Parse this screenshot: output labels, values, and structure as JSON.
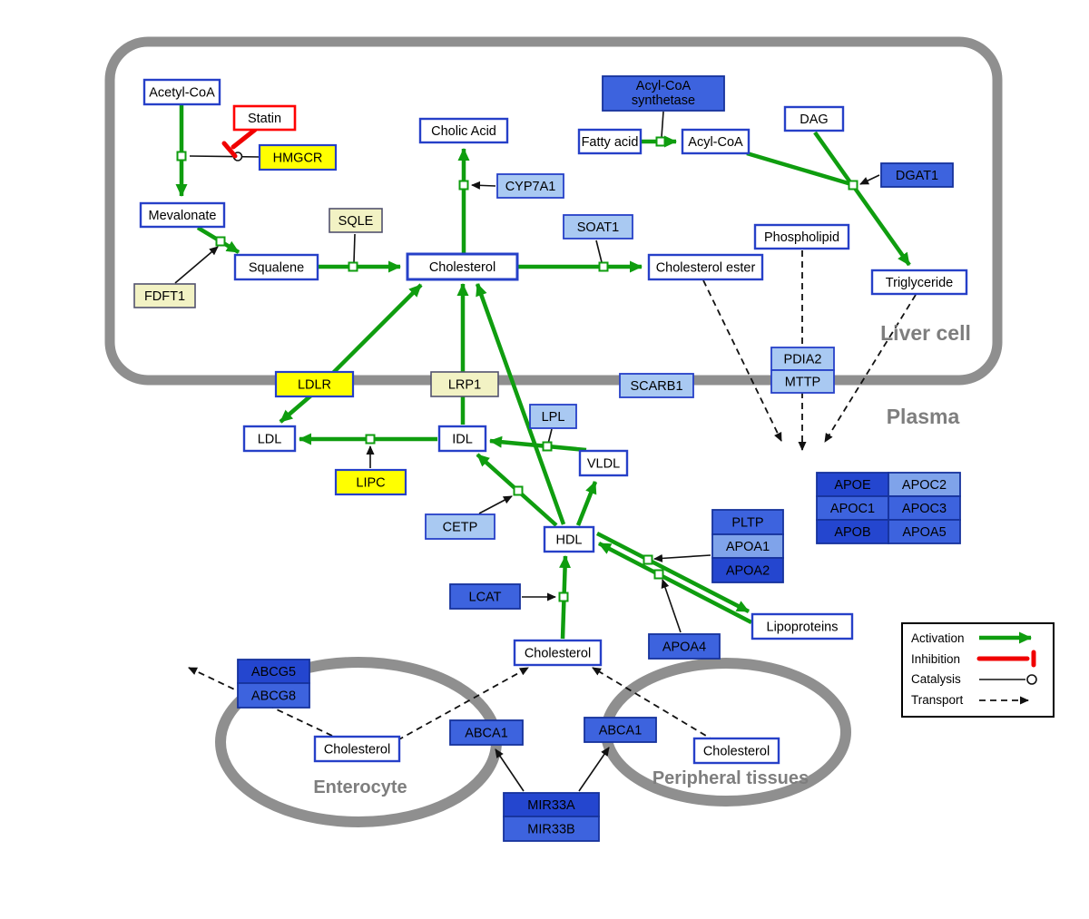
{
  "regions": {
    "liver_cell": "Liver cell",
    "plasma": "Plasma",
    "enterocyte": "Enterocyte",
    "peripheral_tissues": "Peripheral tissues"
  },
  "nodes": {
    "acetyl_coa": "Acetyl-CoA",
    "statin": "Statin",
    "hmgcr": "HMGCR",
    "mevalonate": "Mevalonate",
    "sqle": "SQLE",
    "fdft1": "FDFT1",
    "squalene": "Squalene",
    "cholic_acid": "Cholic Acid",
    "cyp7a1": "CYP7A1",
    "cholesterol_liver": "Cholesterol",
    "soat1": "SOAT1",
    "cholesterol_ester": "Cholesterol ester",
    "acyl_coa_synthetase_line1": "Acyl-CoA",
    "acyl_coa_synthetase_line2": "synthetase",
    "fatty_acid": "Fatty acid",
    "acyl_coa": "Acyl-CoA",
    "dag": "DAG",
    "dgat1": "DGAT1",
    "phospholipid": "Phospholipid",
    "triglyceride": "Triglyceride",
    "pdia2": "PDIA2",
    "mttp": "MTTP",
    "ldlr": "LDLR",
    "lrp1": "LRP1",
    "scarb1": "SCARB1",
    "ldl": "LDL",
    "idl": "IDL",
    "lpl": "LPL",
    "vldl": "VLDL",
    "lipc": "LIPC",
    "cetp": "CETP",
    "hdl": "HDL",
    "pltp": "PLTP",
    "apoa1": "APOA1",
    "apoa2": "APOA2",
    "lcat": "LCAT",
    "apoa4": "APOA4",
    "lipoproteins": "Lipoproteins",
    "apoe": "APOE",
    "apoc2": "APOC2",
    "apoc1": "APOC1",
    "apoc3": "APOC3",
    "apob": "APOB",
    "apoa5": "APOA5",
    "cholesterol_plasma": "Cholesterol",
    "abcg5": "ABCG5",
    "abcg8": "ABCG8",
    "cholesterol_enterocyte": "Cholesterol",
    "abca1_enterocyte": "ABCA1",
    "abca1_peripheral": "ABCA1",
    "cholesterol_peripheral": "Cholesterol",
    "mir33a": "MIR33A",
    "mir33b": "MIR33B"
  },
  "legend": {
    "activation": "Activation",
    "inhibition": "Inhibition",
    "catalysis": "Catalysis",
    "transport": "Transport"
  },
  "colors": {
    "activation_green": "#0f9d0f",
    "inhibition_red": "#ff0000",
    "membrane_gray": "#8f8f8f",
    "metabolite_border_blue": "#2640c8",
    "enzyme_yellow": "#ffff00",
    "enzyme_pale_yellow": "#f2f2c4",
    "protein_blue": "#3d63de",
    "protein_blue_dark": "#2446cf",
    "protein_blue_light": "#7fa3ea",
    "enzyme_sky_blue": "#a9c9f2"
  }
}
